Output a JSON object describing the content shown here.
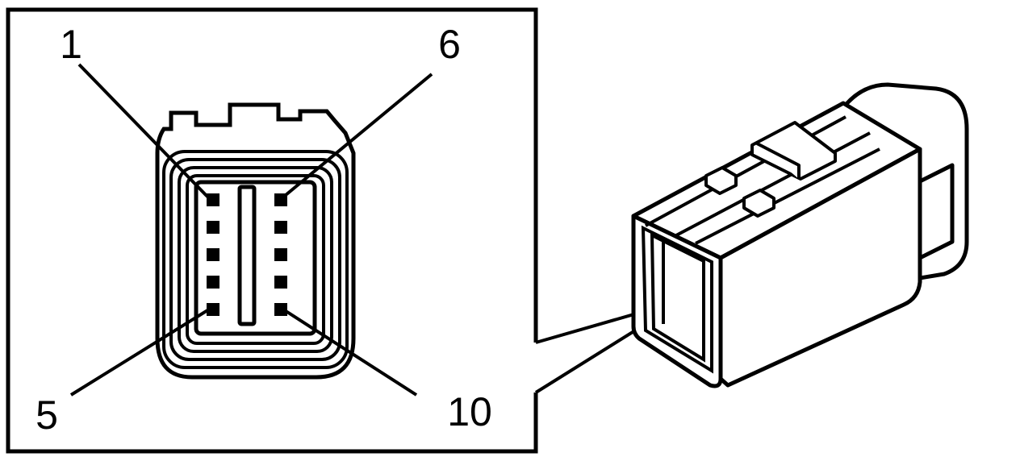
{
  "diagram": {
    "pin_labels": {
      "top_left": "1",
      "top_right": "6",
      "bottom_left": "5",
      "bottom_right": "10"
    },
    "pin_count": 10,
    "colors": {
      "line": "#000000",
      "background": "#ffffff"
    }
  }
}
